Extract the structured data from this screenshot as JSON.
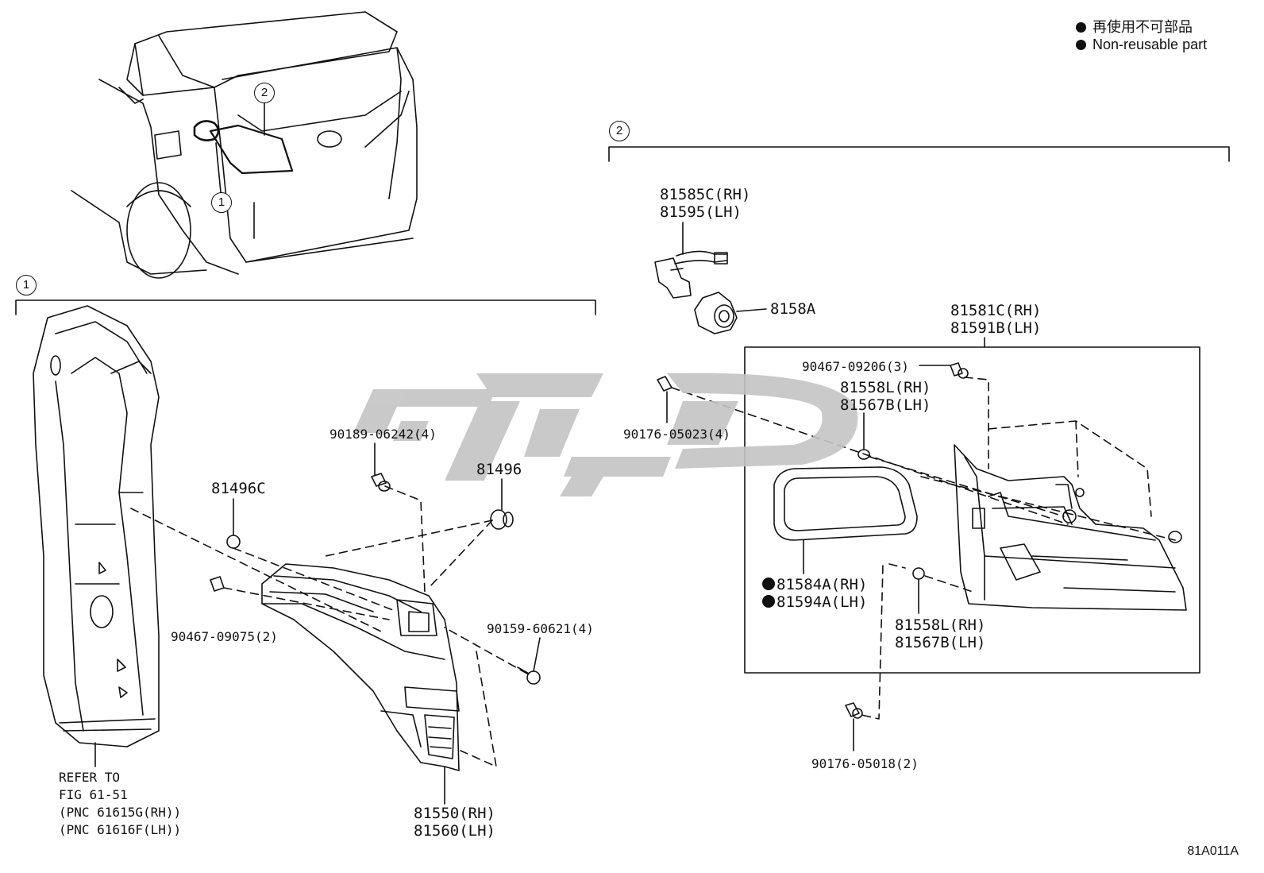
{
  "legend": {
    "non_reusable_jp": "再使用不可部品",
    "non_reusable_en": "Non-reusable part"
  },
  "callouts": {
    "one": "1",
    "two": "2"
  },
  "section_one": {
    "index": "1",
    "parts": {
      "p81496c": "81496C",
      "p90189": "90189-06242(4)",
      "p81496": "81496",
      "p90467_09075": "90467-09075(2)",
      "p90159": "90159-60621(4)",
      "p81550": "81550(RH)",
      "p81560": "81560(LH)"
    },
    "refer": {
      "line1": "REFER TO",
      "line2": "FIG 61-51",
      "line3": "(PNC 61615G(RH))",
      "line4": "(PNC 61616F(LH))"
    }
  },
  "section_two": {
    "index": "2",
    "parts": {
      "p81585c": "81585C(RH)",
      "p81595": "81595(LH)",
      "p8158a": "8158A",
      "p81581c": "81581C(RH)",
      "p81591b": "81591B(LH)",
      "p90467_09206": "90467-09206(3)",
      "p81558l_a": "81558L(RH)",
      "p81567b_a": "81567B(LH)",
      "p90176_05023": "90176-05023(4)",
      "p81584a": "81584A(RH)",
      "p81594a": "81594A(LH)",
      "p81558l_b": "81558L(RH)",
      "p81567b_b": "81567B(LH)",
      "p90176_05018": "90176-05018(2)"
    }
  },
  "figure_code": "81A011A",
  "colors": {
    "line": "#111111",
    "watermark": "#bfbfbf",
    "background": "#ffffff"
  }
}
